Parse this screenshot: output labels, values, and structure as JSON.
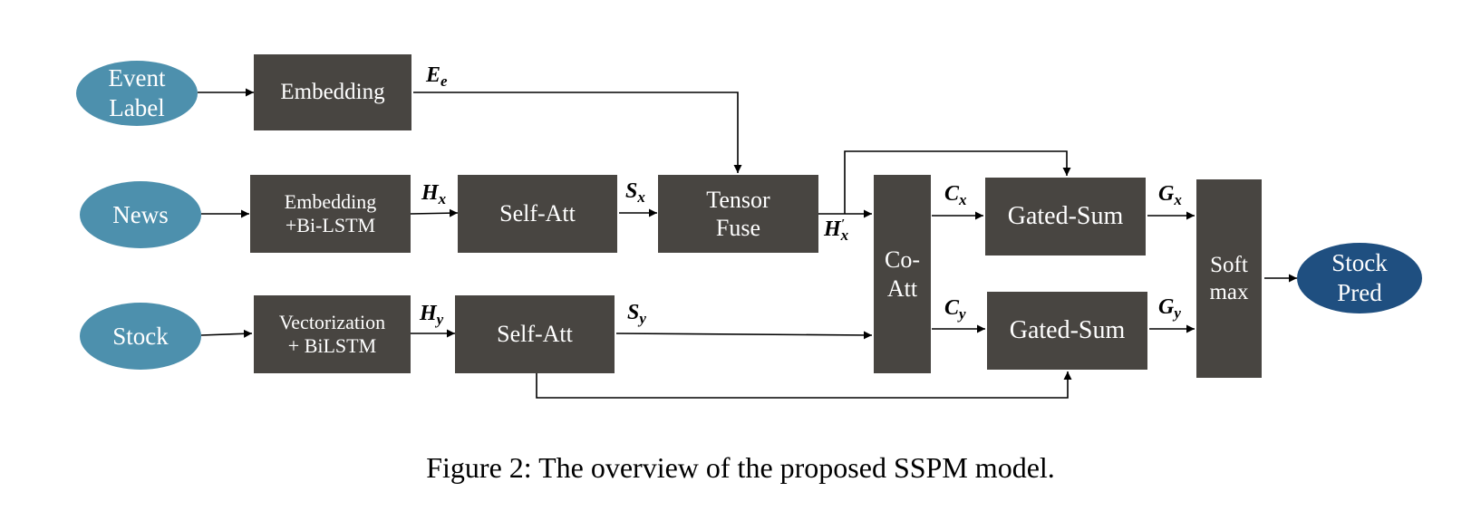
{
  "colors": {
    "box_fill": "#484541",
    "input_oval": "#4d90ad",
    "output_oval": "#1f4f80",
    "arrow": "#000000"
  },
  "inputs": {
    "event_label": "Event\nLabel",
    "news": "News",
    "stock": "Stock"
  },
  "output": {
    "stock_pred": "Stock\nPred"
  },
  "blocks": {
    "event_embedding": "Embedding",
    "news_encoder": "Embedding\n+Bi-LSTM",
    "stock_encoder": "Vectorization\n+ BiLSTM",
    "news_self_att": "Self-Att",
    "stock_self_att": "Self-Att",
    "tensor_fuse": "Tensor\nFuse",
    "co_att": "Co-\nAtt",
    "gated_sum_x": "Gated-Sum",
    "gated_sum_y": "Gated-Sum",
    "softmax": "Soft\nmax"
  },
  "edge_labels": {
    "ee": {
      "base": "E",
      "sub": "e"
    },
    "hx": {
      "base": "H",
      "sub": "x"
    },
    "hy": {
      "base": "H",
      "sub": "y"
    },
    "sx": {
      "base": "S",
      "sub": "x"
    },
    "sy": {
      "base": "S",
      "sub": "y"
    },
    "hx_prime": {
      "base": "H",
      "sub": "x",
      "sup": "′"
    },
    "cx": {
      "base": "C",
      "sub": "x"
    },
    "cy": {
      "base": "C",
      "sub": "y"
    },
    "gx": {
      "base": "G",
      "sub": "x"
    },
    "gy": {
      "base": "G",
      "sub": "y"
    }
  },
  "caption": "Figure 2: The overview of the proposed SSPM model."
}
